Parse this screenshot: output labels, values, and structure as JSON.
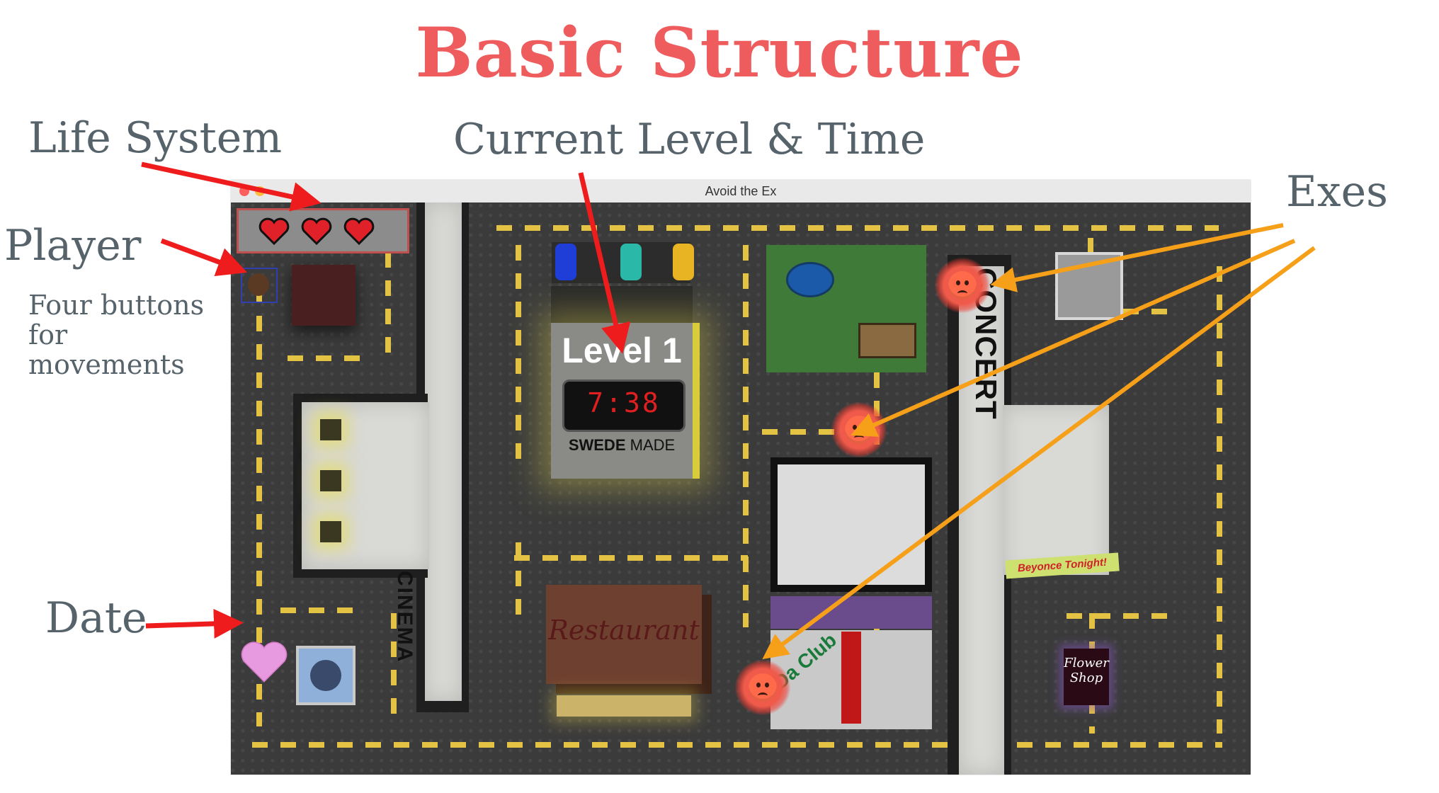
{
  "slide": {
    "title": "Basic Structure",
    "labels": {
      "life_system": "Life System",
      "current_level_time": "Current Level & Time",
      "exes": "Exes",
      "player": "Player",
      "player_note": "Four buttons for movements",
      "date": "Date"
    },
    "colors": {
      "title": "#ee5c5e",
      "label": "#56636b",
      "red_arrow": "#ee1c1c",
      "orange_arrow": "#f6a01a"
    }
  },
  "window": {
    "title": "Avoid the Ex"
  },
  "game": {
    "lives": 3,
    "level_label": "Level 1",
    "timer": "7:38",
    "brand_bold": "SWEDE",
    "brand_light": "MADE",
    "signs": {
      "cinema": "CINEMA",
      "concert": "CONCERT",
      "restaurant": "Restaurant",
      "club": "Da Club",
      "banner": "Beyonce Tonight!",
      "flower_line1": "Flower",
      "flower_line2": "Shop"
    },
    "exes_count": 3,
    "icons": [
      "heart-icon",
      "player-sprite",
      "angry-face-icon",
      "date-heart-icon",
      "car-icon"
    ]
  }
}
